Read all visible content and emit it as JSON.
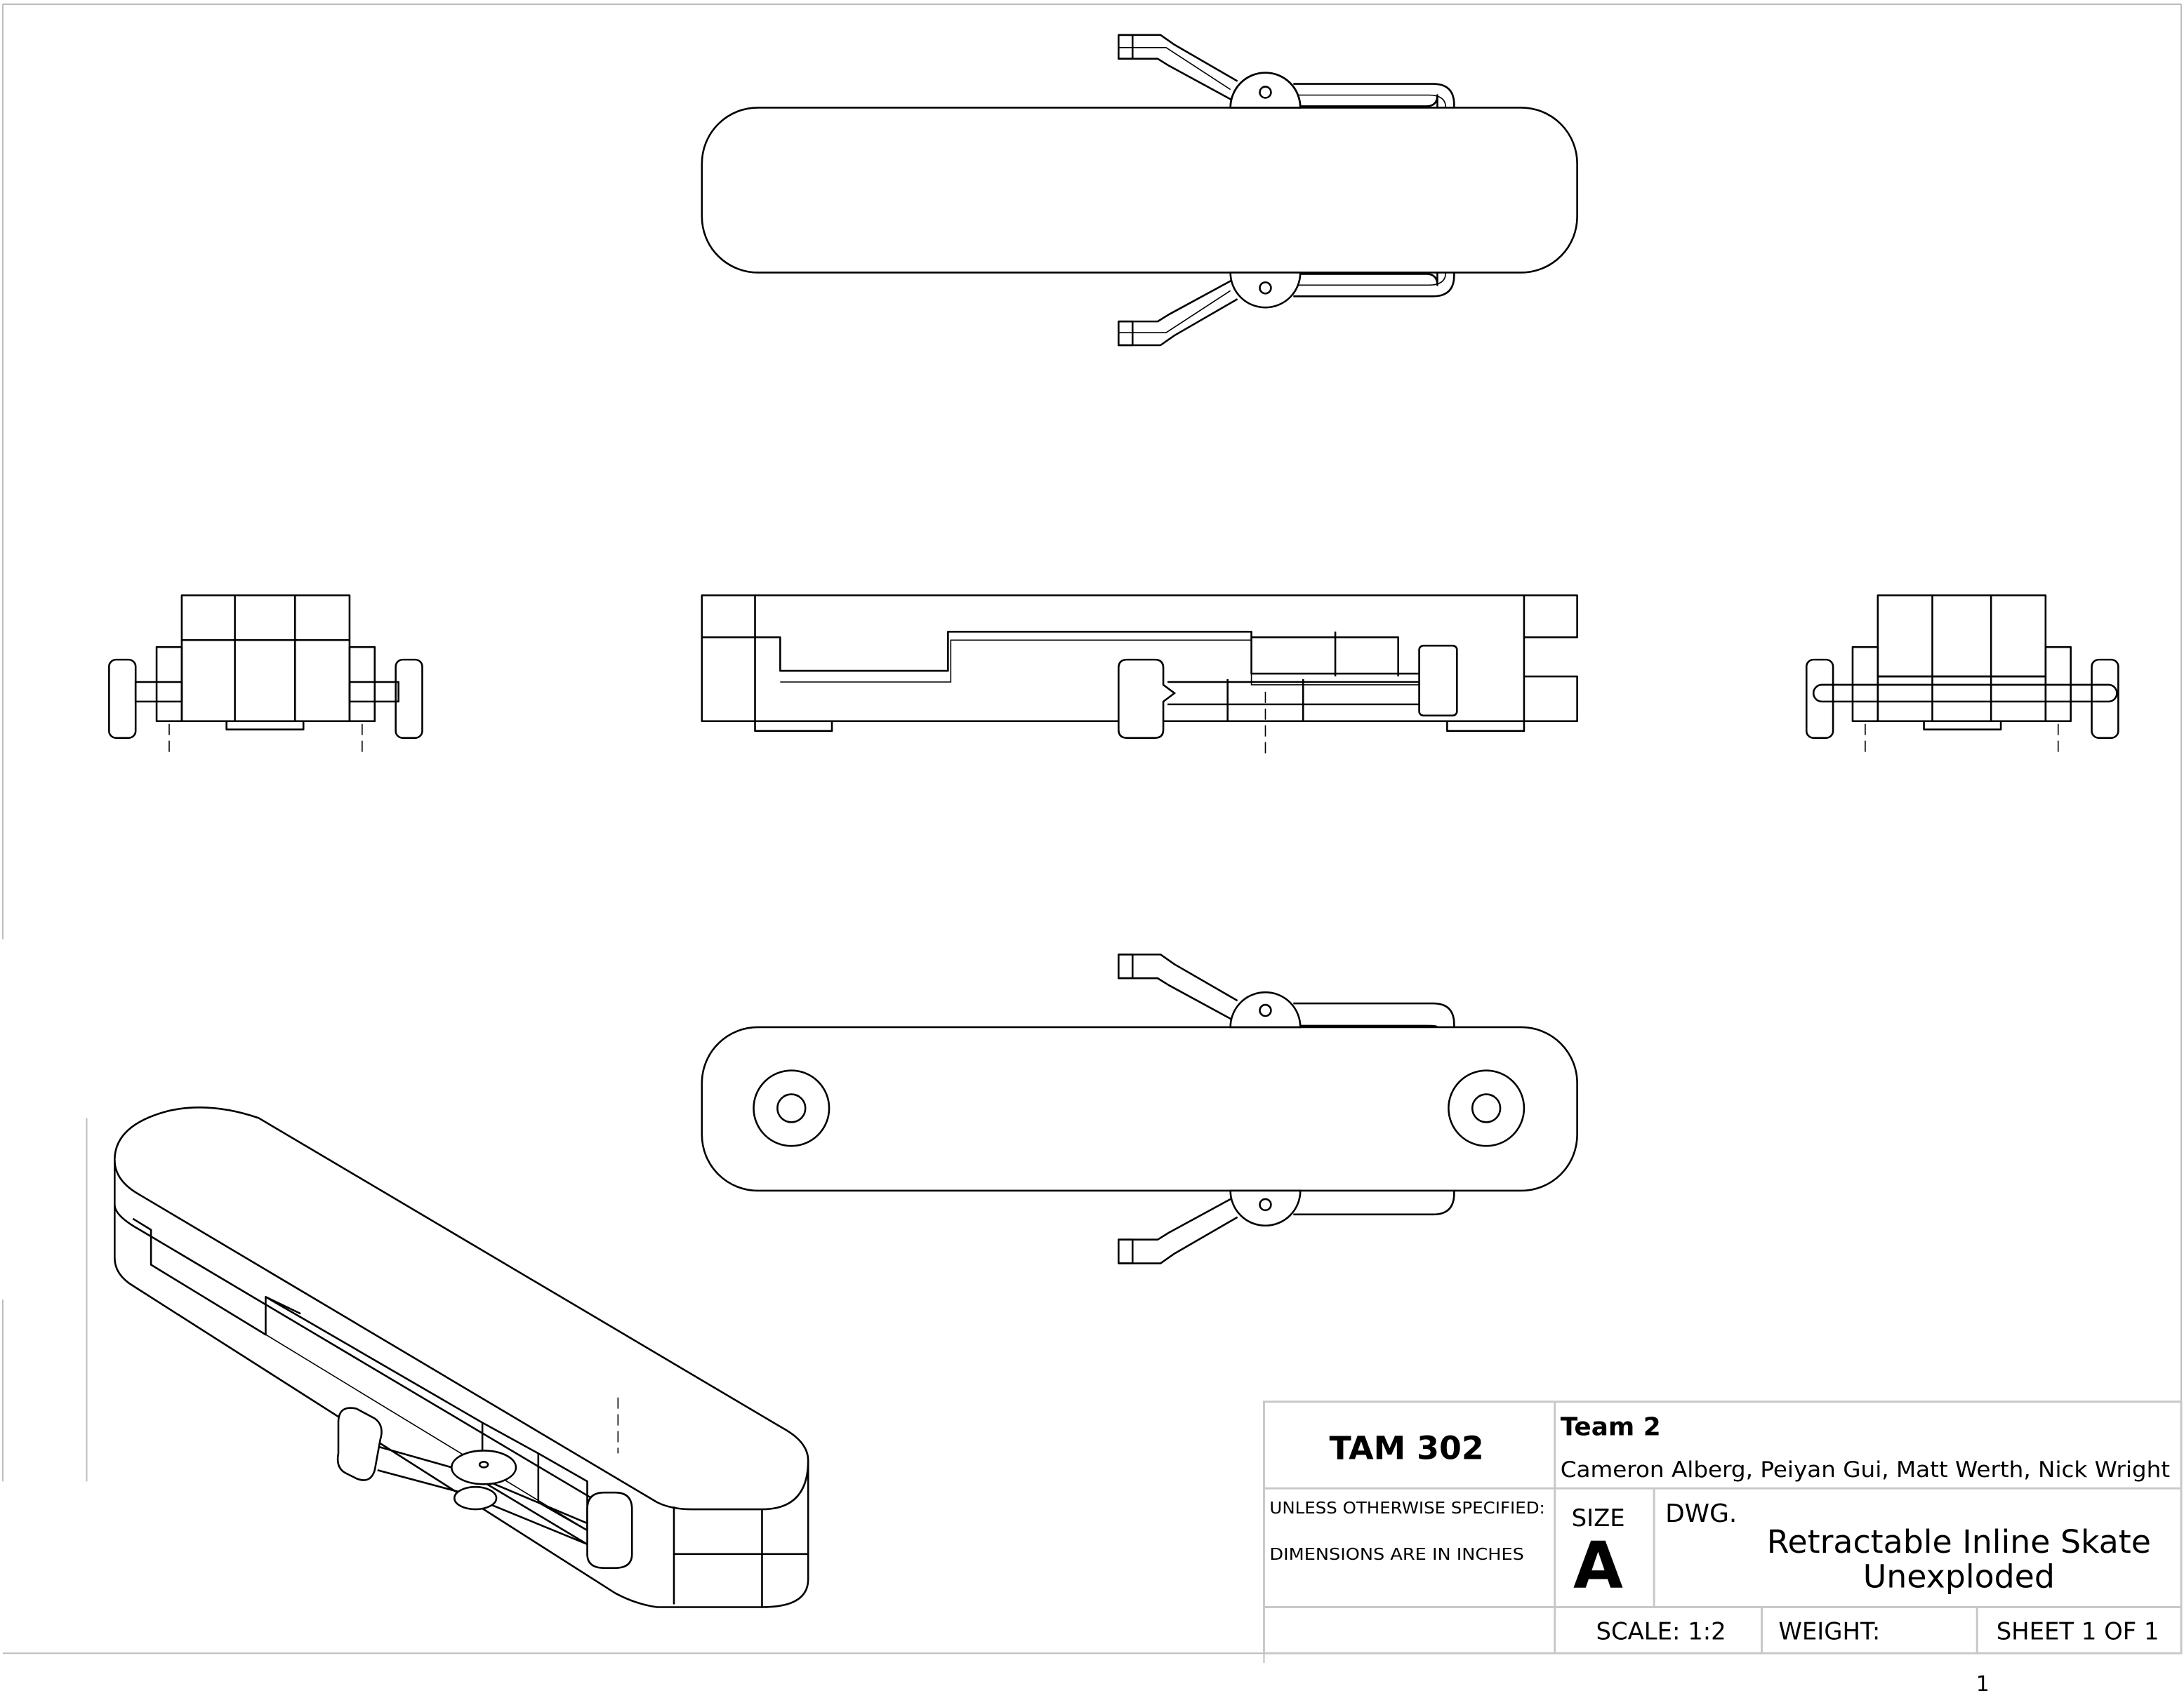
{
  "title_block": {
    "course": "TAM 302",
    "team": "Team 2",
    "members": "Cameron Alberg, Peiyan Gui, Matt Werth, Nick Wright",
    "note_line1": "UNLESS OTHERWISE SPECIFIED:",
    "note_line2": "DIMENSIONS ARE IN INCHES",
    "size_label": "SIZE",
    "size_value": "A",
    "dwg_label": "DWG.",
    "drawing_title_line1": "Retractable Inline Skate",
    "drawing_title_line2": "Unexploded",
    "scale": "SCALE: 1:2",
    "weight": "WEIGHT:",
    "sheet": "SHEET 1 OF 1"
  },
  "page_marker": "1"
}
